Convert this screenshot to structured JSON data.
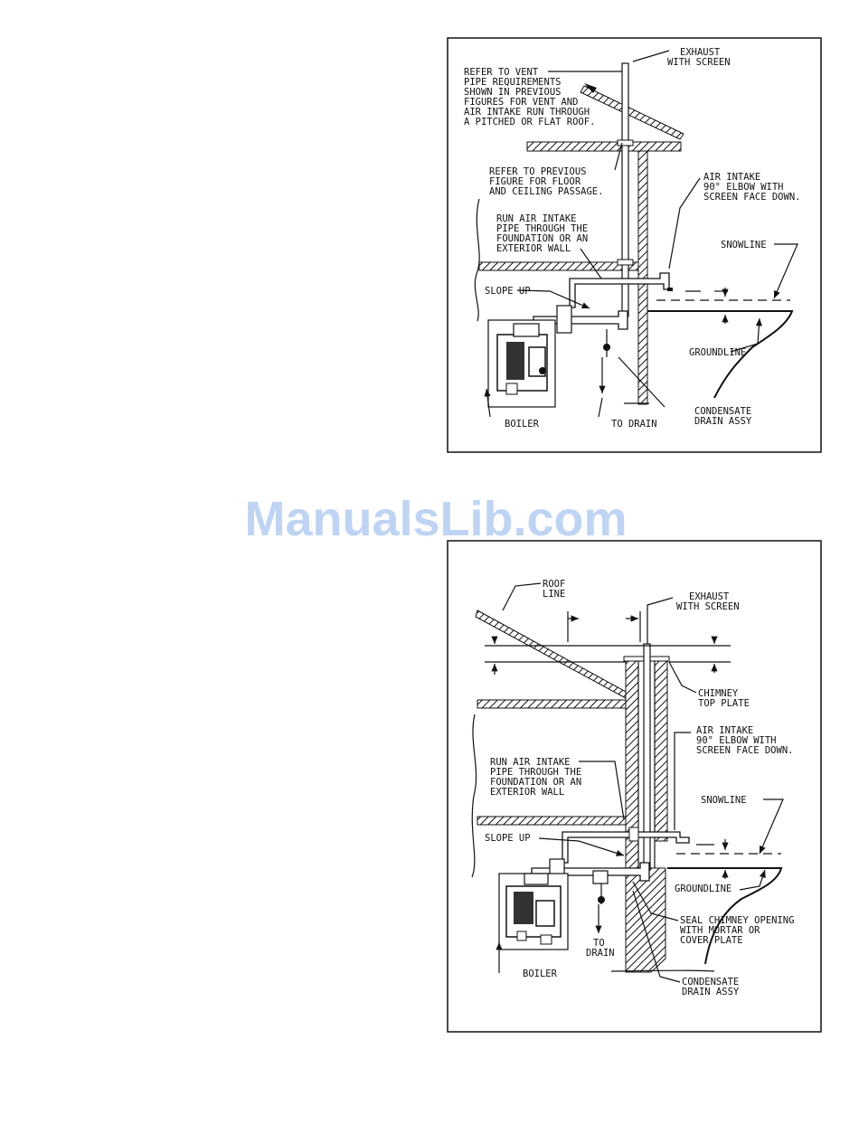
{
  "watermark": "ManualsLib.com",
  "figure1": {
    "labels": {
      "exhaust": [
        "EXHAUST",
        "WITH SCREEN"
      ],
      "refer_vent": [
        "REFER TO VENT",
        "PIPE REQUIREMENTS",
        "SHOWN IN PREVIOUS",
        "FIGURES FOR VENT AND",
        "AIR INTAKE RUN THROUGH",
        "A PITCHED OR FLAT ROOF."
      ],
      "refer_floor": [
        "REFER TO PREVIOUS",
        "FIGURE FOR FLOOR",
        "AND CEILING PASSAGE."
      ],
      "air_intake": [
        "AIR INTAKE",
        "90° ELBOW WITH",
        "SCREEN FACE DOWN."
      ],
      "run_air": [
        "RUN AIR INTAKE",
        "PIPE THROUGH THE",
        "FOUNDATION OR AN",
        "EXTERIOR WALL"
      ],
      "snowline": "SNOWLINE",
      "slope_up": "SLOPE UP",
      "groundline": "GROUNDLINE",
      "condensate": [
        "CONDENSATE",
        "DRAIN ASSY"
      ],
      "boiler": "BOILER",
      "to_drain": "TO DRAIN"
    }
  },
  "figure2": {
    "labels": {
      "roof_line": [
        "ROOF",
        "LINE"
      ],
      "exhaust": [
        "EXHAUST",
        "WITH SCREEN"
      ],
      "chimney_top": [
        "CHIMNEY",
        "TOP PLATE"
      ],
      "air_intake": [
        "AIR INTAKE",
        "90° ELBOW WITH",
        "SCREEN FACE DOWN."
      ],
      "run_air": [
        "RUN AIR INTAKE",
        "PIPE THROUGH THE",
        "FOUNDATION OR AN",
        "EXTERIOR WALL"
      ],
      "snowline": "SNOWLINE",
      "slope_up": "SLOPE UP",
      "groundline": "GROUNDLINE",
      "seal_chimney": [
        "SEAL CHIMNEY OPENING",
        "WITH MORTAR OR",
        "COVER PLATE"
      ],
      "to_drain": [
        "TO",
        "DRAIN"
      ],
      "boiler": "BOILER",
      "condensate": [
        "CONDENSATE",
        "DRAIN ASSY"
      ]
    }
  }
}
